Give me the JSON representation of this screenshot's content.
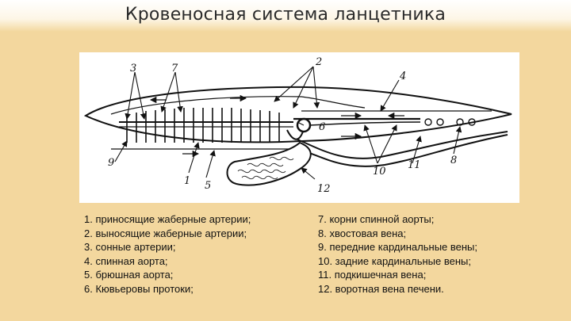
{
  "title": "Кровеносная система ланцетника",
  "figure_labels": {
    "l1": "1",
    "l2": "2",
    "l3": "3",
    "l4": "4",
    "l5": "5",
    "l6": "6",
    "l7": "7",
    "l8": "8",
    "l9": "9",
    "l10": "10",
    "l11": "11",
    "l12": "12"
  },
  "legend_left": [
    "1. приносящие жаберные артерии;",
    "2. выносящие жаберные артерии;",
    "3. сонные артерии;",
    "4. спинная аорта;",
    "5. брюшная аорта;",
    "6. Кювьеровы протоки;"
  ],
  "legend_right": [
    "7. корни спинной аорты;",
    "8. хвостовая вена;",
    "9. передние кардинальные вены;",
    "10. задние кардинальные вены;",
    "11. подкишечная вена;",
    "12. воротная вена печени."
  ]
}
